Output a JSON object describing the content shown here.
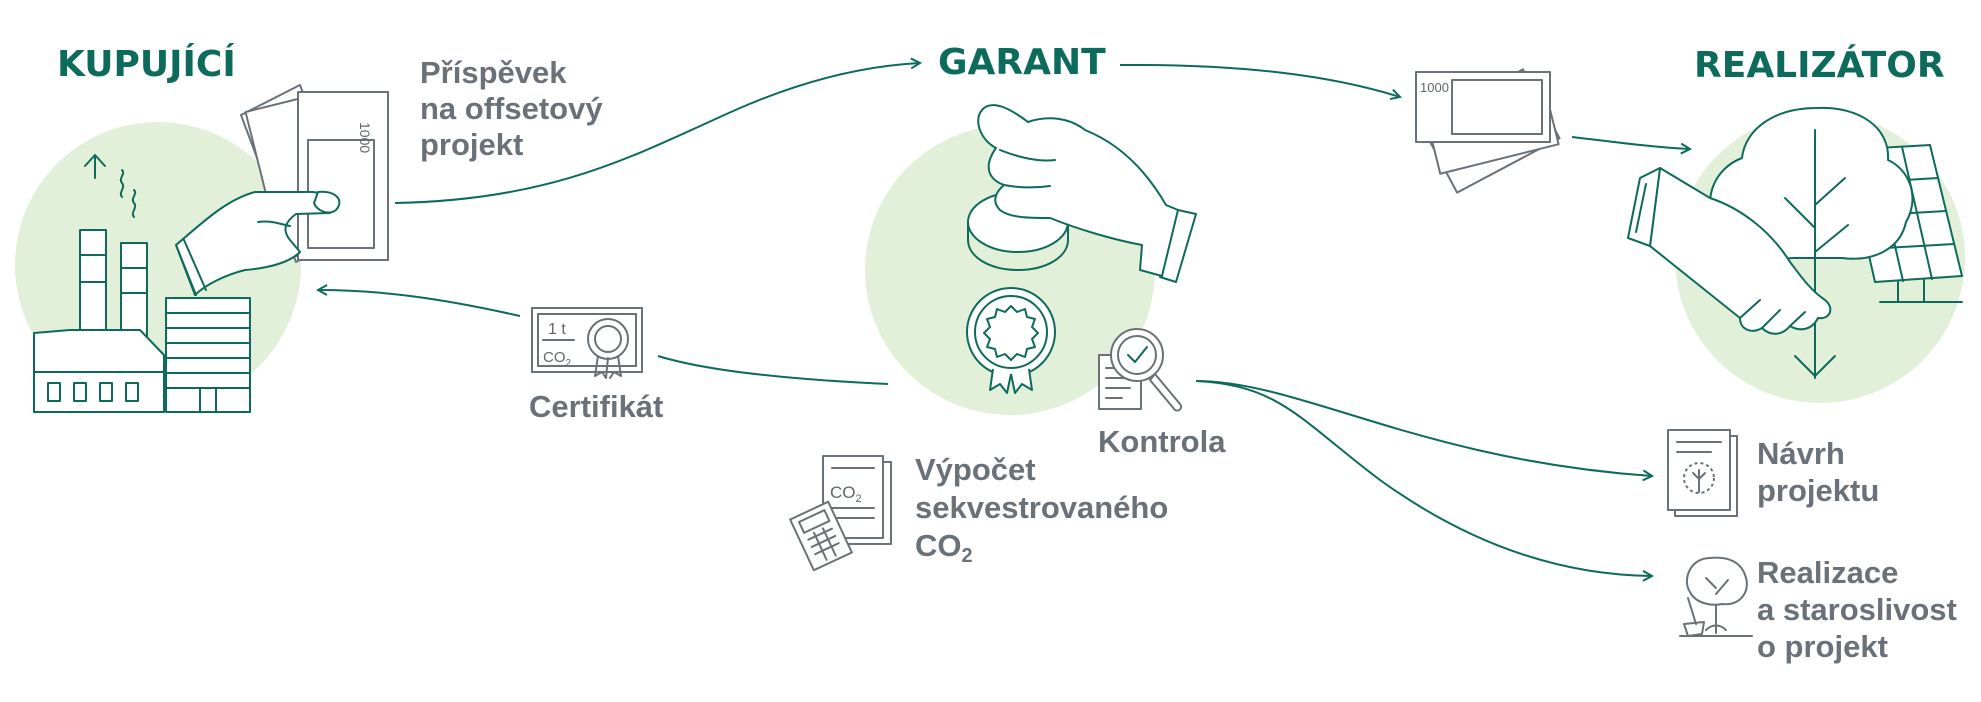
{
  "actors": {
    "buyer": "KUPUJÍCÍ",
    "guarantor": "GARANT",
    "implementer": "REALIZÁTOR"
  },
  "contribution": {
    "lines": [
      "Příspěvek",
      "na offsetový",
      "projekt"
    ],
    "banknote_value": "1000"
  },
  "certificate": {
    "label": "Certifikát",
    "amount": "1 t",
    "unit": "CO",
    "unit_sub": "2"
  },
  "calculation": {
    "lines": [
      "Výpočet",
      "sekvestrovaného",
      "CO"
    ],
    "last_sub": "2",
    "doc_text": "CO",
    "doc_sub": "2"
  },
  "control": {
    "label": "Kontrola"
  },
  "design": {
    "lines": [
      "Návrh",
      "projektu"
    ]
  },
  "realization": {
    "lines": [
      "Realizace",
      "a staroslivost",
      "o projekt"
    ]
  },
  "colors": {
    "accent": "#0d6b5c",
    "text": "#6a7178",
    "circle": "#e3f0d9"
  }
}
